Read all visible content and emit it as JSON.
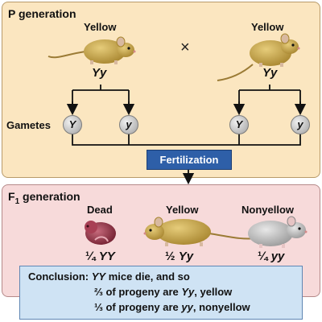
{
  "p_generation": {
    "heading": "P generation",
    "left_parent": {
      "phenotype": "Yellow",
      "genotype": "Yy"
    },
    "cross_symbol": "×",
    "right_parent": {
      "phenotype": "Yellow",
      "genotype": "Yy"
    },
    "gametes_label": "Gametes",
    "gametes": [
      "Y",
      "y",
      "Y",
      "y"
    ],
    "fertilization_label": "Fertilization"
  },
  "f1_generation": {
    "heading_main": "F",
    "heading_sub": "1",
    "heading_rest": " generation",
    "offspring": [
      {
        "phenotype": "Dead",
        "fraction": "¼",
        "genotype": "YY"
      },
      {
        "phenotype": "Yellow",
        "fraction": "½",
        "genotype": "Yy"
      },
      {
        "phenotype": "Nonyellow",
        "fraction": "¼",
        "genotype": "yy"
      }
    ]
  },
  "conclusion": {
    "label": "Conclusion:",
    "line1_geno": "YY",
    "line1_rest": " mice die, and so",
    "line2_frac": "⅔",
    "line2_mid": " of progeny are ",
    "line2_geno": "Yy",
    "line2_rest": ", yellow",
    "line3_frac": "⅓",
    "line3_mid": " of progeny are ",
    "line3_geno": "yy",
    "line3_rest": ", nonyellow"
  },
  "colors": {
    "p_panel_bg": "#fbe6c0",
    "f1_panel_bg": "#f7dada",
    "fertilization_bg": "#2e5fa8",
    "conclusion_bg": "#cfe3f4",
    "yellow_mouse": "#c9a445",
    "gray_mouse": "#b9b9b9",
    "dead_embryo": "#8b2a3a"
  }
}
